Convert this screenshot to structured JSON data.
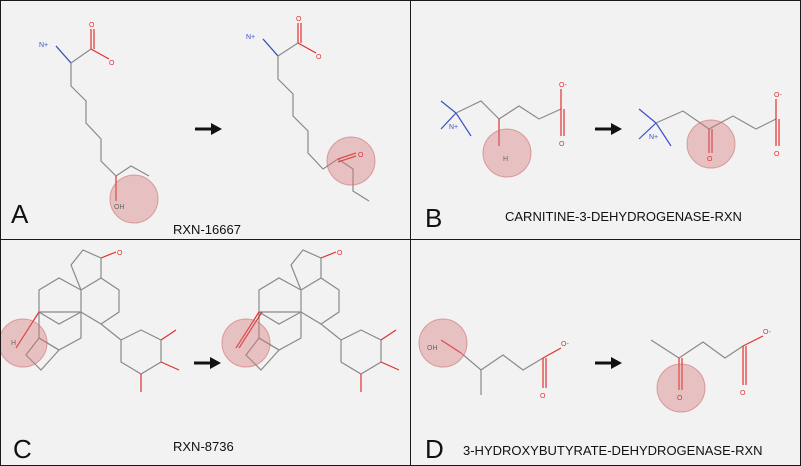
{
  "panels": [
    {
      "letter": "A",
      "reaction": "RXN-16667"
    },
    {
      "letter": "B",
      "reaction": "CARNITINE-3-DEHYDROGENASE-RXN"
    },
    {
      "letter": "C",
      "reaction": "RXN-8736"
    },
    {
      "letter": "D",
      "reaction": "3-HYDROXYBUTYRATE-DEHYDROGENASE-RXN"
    }
  ],
  "atoms": {
    "O": "O",
    "OH": "OH",
    "N": "N",
    "H": "H",
    "O_minus": "O-",
    "N_plus": "N+"
  },
  "colors": {
    "highlight": "#d67878",
    "oxygen": "#e03030",
    "nitrogen": "#3a50c8",
    "bond": "#8a8a8a"
  }
}
